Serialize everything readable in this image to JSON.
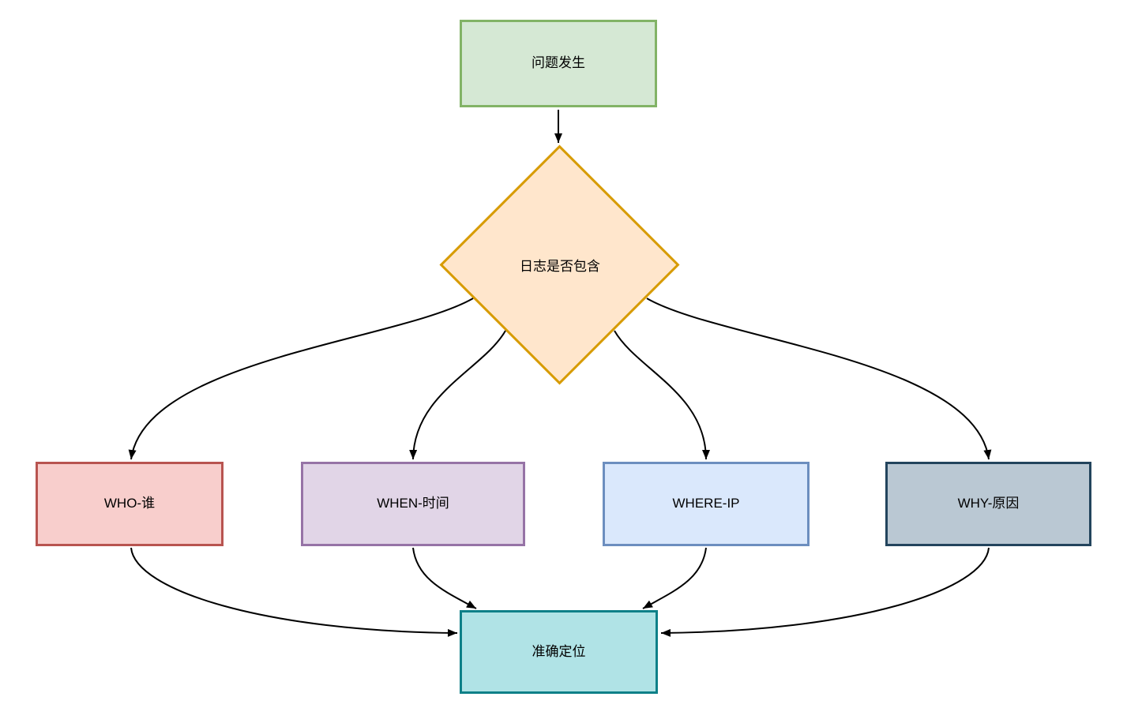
{
  "diagram": {
    "background_color": "#ffffff",
    "connector_color": "#000000",
    "text_color": "#000000",
    "nodes": [
      {
        "id": "problem",
        "label": "问题发生",
        "shape": "rectangle",
        "fill": "#d5e8d4",
        "stroke": "#82b366"
      },
      {
        "id": "decision",
        "label": "日志是否包含",
        "shape": "diamond",
        "fill": "#ffe6cc",
        "stroke": "#d79b00"
      },
      {
        "id": "who",
        "label": "WHO-谁",
        "shape": "rectangle",
        "fill": "#f8cecc",
        "stroke": "#b85450"
      },
      {
        "id": "when",
        "label": "WHEN-时间",
        "shape": "rectangle",
        "fill": "#e1d5e7",
        "stroke": "#9673a6"
      },
      {
        "id": "where",
        "label": "WHERE-IP",
        "shape": "rectangle",
        "fill": "#dae8fc",
        "stroke": "#6c8ebf"
      },
      {
        "id": "why",
        "label": "WHY-原因",
        "shape": "rectangle",
        "fill": "#bac8d3",
        "stroke": "#23445d"
      },
      {
        "id": "locate",
        "label": "准确定位",
        "shape": "rectangle",
        "fill": "#b0e3e6",
        "stroke": "#0e8088"
      }
    ],
    "edges": [
      {
        "from": "problem",
        "to": "decision"
      },
      {
        "from": "decision",
        "to": "who"
      },
      {
        "from": "decision",
        "to": "when"
      },
      {
        "from": "decision",
        "to": "where"
      },
      {
        "from": "decision",
        "to": "why"
      },
      {
        "from": "who",
        "to": "locate"
      },
      {
        "from": "when",
        "to": "locate"
      },
      {
        "from": "where",
        "to": "locate"
      },
      {
        "from": "why",
        "to": "locate"
      }
    ]
  }
}
